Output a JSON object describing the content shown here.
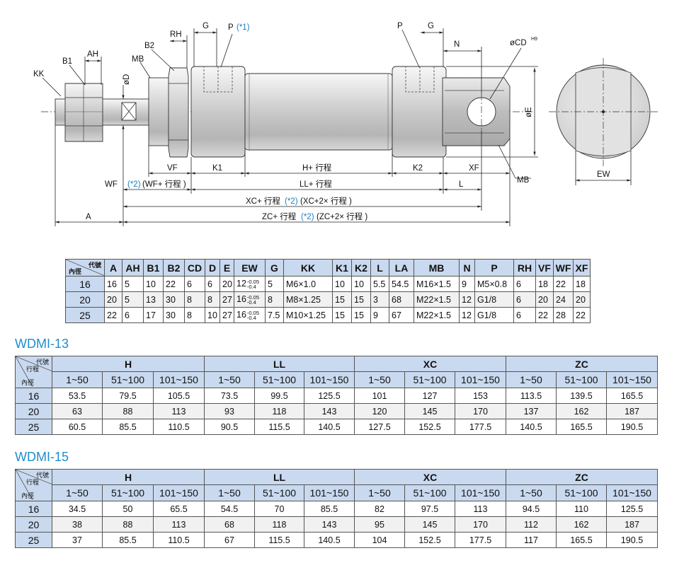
{
  "diagram": {
    "labels": {
      "KK": "KK",
      "B1": "B1",
      "AH": "AH",
      "MB_left": "MB",
      "B2": "B2",
      "RH": "RH",
      "G_left": "G",
      "P_left": "P",
      "P_note": "(*1)",
      "D_phi": "øD",
      "P_right": "P",
      "G_right": "G",
      "N": "N",
      "CD": "øCD",
      "CD_tol": "H9",
      "E_phi": "øE",
      "MB_right": "MB",
      "EW": "EW",
      "VF": "VF",
      "K1": "K1",
      "H_stroke": "H+ 行程",
      "K2": "K2",
      "XF": "XF",
      "WF": "WF",
      "WF_note": "(*2)",
      "WF_stroke": "(WF+ 行程 )",
      "LL_stroke": "LL+ 行程",
      "L": "L",
      "XC_stroke": "XC+ 行程",
      "XC_note": "(*2)",
      "XC_stroke2": "(XC+2× 行程 )",
      "A": "A",
      "ZC_stroke": "ZC+ 行程",
      "ZC_note": "(*2)",
      "ZC_stroke2": "(ZC+2× 行程 )"
    }
  },
  "main_table": {
    "corner_code": "代號",
    "corner_bore": "內徑",
    "headers": [
      "A",
      "AH",
      "B1",
      "B2",
      "CD",
      "D",
      "E",
      "EW",
      "G",
      "KK",
      "K1",
      "K2",
      "L",
      "LA",
      "MB",
      "N",
      "P",
      "RH",
      "VF",
      "WF",
      "XF"
    ],
    "ew_tol_upper": "-0.05",
    "ew_tol_lower": "-0.4",
    "rows": [
      {
        "bore": "16",
        "A": "16",
        "AH": "5",
        "B1": "10",
        "B2": "22",
        "CD": "6",
        "D": "6",
        "E": "20",
        "EW": "12",
        "G": "5",
        "KK": "M6×1.0",
        "K1": "10",
        "K2": "10",
        "L": "5.5",
        "LA": "54.5",
        "MB": "M16×1.5",
        "N": "9",
        "P": "M5×0.8",
        "RH": "6",
        "VF": "18",
        "WF": "22",
        "XF": "18"
      },
      {
        "bore": "20",
        "A": "20",
        "AH": "5",
        "B1": "13",
        "B2": "30",
        "CD": "8",
        "D": "8",
        "E": "27",
        "EW": "16",
        "G": "8",
        "KK": "M8×1.25",
        "K1": "15",
        "K2": "15",
        "L": "3",
        "LA": "68",
        "MB": "M22×1.5",
        "N": "12",
        "P": "G1/8",
        "RH": "6",
        "VF": "20",
        "WF": "24",
        "XF": "20"
      },
      {
        "bore": "25",
        "A": "22",
        "AH": "6",
        "B1": "17",
        "B2": "30",
        "CD": "8",
        "D": "10",
        "E": "27",
        "EW": "16",
        "G": "7.5",
        "KK": "M10×1.25",
        "K1": "15",
        "K2": "15",
        "L": "9",
        "LA": "67",
        "MB": "M22×1.5",
        "N": "12",
        "P": "G1/8",
        "RH": "6",
        "VF": "22",
        "WF": "28",
        "XF": "22"
      }
    ]
  },
  "series": [
    {
      "title": "WDMI-13",
      "corner_code": "代號",
      "corner_stroke": "行程",
      "corner_bore": "內徑",
      "groups": [
        "H",
        "LL",
        "XC",
        "ZC"
      ],
      "ranges": [
        "1~50",
        "51~100",
        "101~150"
      ],
      "rows": [
        {
          "bore": "16",
          "values": [
            "53.5",
            "79.5",
            "105.5",
            "73.5",
            "99.5",
            "125.5",
            "101",
            "127",
            "153",
            "113.5",
            "139.5",
            "165.5"
          ]
        },
        {
          "bore": "20",
          "values": [
            "63",
            "88",
            "113",
            "93",
            "118",
            "143",
            "120",
            "145",
            "170",
            "137",
            "162",
            "187"
          ]
        },
        {
          "bore": "25",
          "values": [
            "60.5",
            "85.5",
            "110.5",
            "90.5",
            "115.5",
            "140.5",
            "127.5",
            "152.5",
            "177.5",
            "140.5",
            "165.5",
            "190.5"
          ]
        }
      ]
    },
    {
      "title": "WDMI-15",
      "corner_code": "代號",
      "corner_stroke": "行程",
      "corner_bore": "內徑",
      "groups": [
        "H",
        "LL",
        "XC",
        "ZC"
      ],
      "ranges": [
        "1~50",
        "51~100",
        "101~150"
      ],
      "rows": [
        {
          "bore": "16",
          "values": [
            "34.5",
            "50",
            "65.5",
            "54.5",
            "70",
            "85.5",
            "82",
            "97.5",
            "113",
            "94.5",
            "110",
            "125.5"
          ]
        },
        {
          "bore": "20",
          "values": [
            "38",
            "88",
            "113",
            "68",
            "118",
            "143",
            "95",
            "145",
            "170",
            "112",
            "162",
            "187"
          ]
        },
        {
          "bore": "25",
          "values": [
            "37",
            "85.5",
            "110.5",
            "67",
            "115.5",
            "140.5",
            "104",
            "152.5",
            "177.5",
            "117",
            "165.5",
            "190.5"
          ]
        }
      ]
    }
  ]
}
